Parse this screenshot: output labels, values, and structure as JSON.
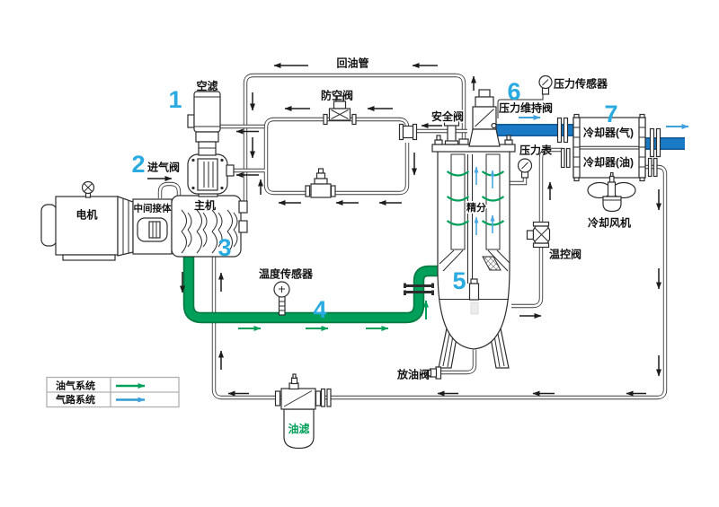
{
  "markers": [
    "1",
    "2",
    "3",
    "4",
    "5",
    "6",
    "7"
  ],
  "labels": {
    "air_filter": "空滤",
    "intake_valve": "进气阀",
    "motor": "电机",
    "coupling_housing": "中间接体",
    "airend": "主机",
    "oil_return_pipe": "回油管",
    "blowoff_valve": "防空阀",
    "safety_valve": "安全阀",
    "pressure_maintaining_valve": "压力维持阀",
    "pressure_sensor": "压力传感器",
    "pressure_gauge": "压力表",
    "air_cooler": "冷却器(气)",
    "oil_cooler": "冷却器(油)",
    "cooling_fan": "冷却风机",
    "temp_control_valve": "温控阀",
    "fine_separator": "精分",
    "temperature_sensor": "温度传感器",
    "oil_drain_valve": "放油阀",
    "oil_filter": "油滤"
  },
  "legend": {
    "rows": [
      {
        "label": "油气系统",
        "color": "#00a05a"
      },
      {
        "label": "气路系统",
        "color": "#2f9bd0"
      }
    ]
  },
  "colors": {
    "oil_gas_green": "#00a05a",
    "air_pipe_blue": "#1b7ac6",
    "flow_arrow_blue": "#3fa0db",
    "tank_arrow_blue": "#4aa8e0",
    "callout_number_blue": "#29abe2",
    "line_dark": "#2d2d2d",
    "legend_border": "#b0b0b0"
  }
}
